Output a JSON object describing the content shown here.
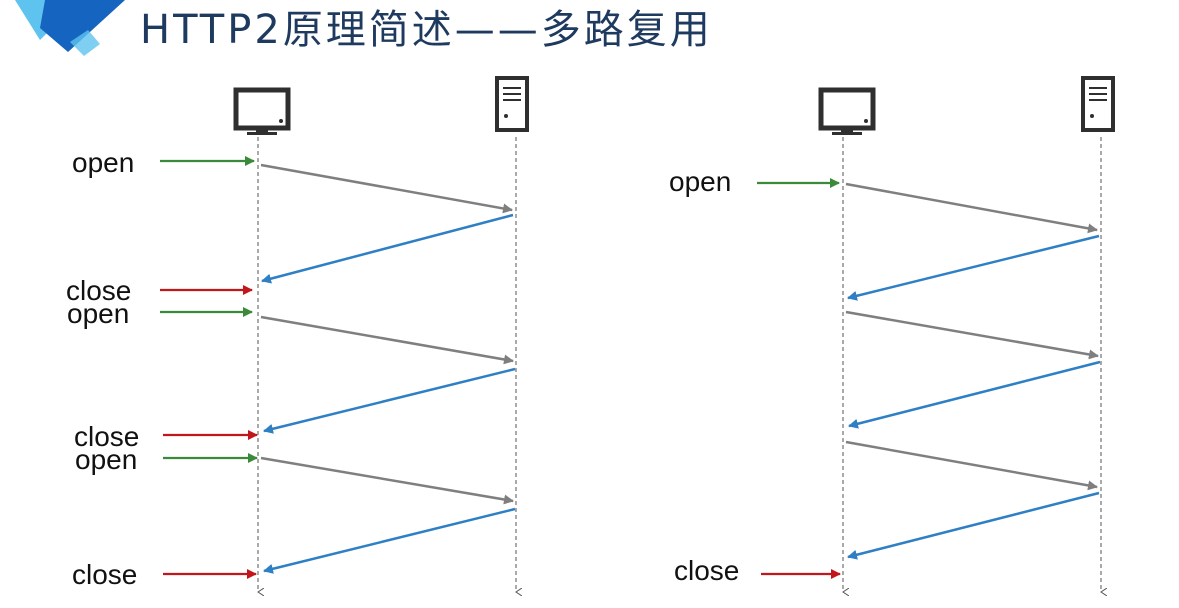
{
  "title": "HTTP2原理简述——多路复用",
  "colors": {
    "title": "#1f3a5f",
    "open_arrow": "#3a8a3a",
    "close_arrow": "#c0161c",
    "request_arrow": "#7f7f7f",
    "response_arrow": "#2e7fc4",
    "lifeline": "#555555",
    "icon": "#2f2f2f",
    "logo_dark": "#1565c0",
    "logo_light": "#5ec3ee"
  },
  "icons": {
    "client": "monitor-icon",
    "server": "server-tower-icon"
  },
  "left_diagram": {
    "labels": {
      "open_1": "open",
      "close_1": "close",
      "open_2": "open",
      "close_2": "close",
      "open_3": "open",
      "close_3": "close"
    }
  },
  "right_diagram": {
    "labels": {
      "open_1": "open",
      "close_1": "close"
    }
  }
}
